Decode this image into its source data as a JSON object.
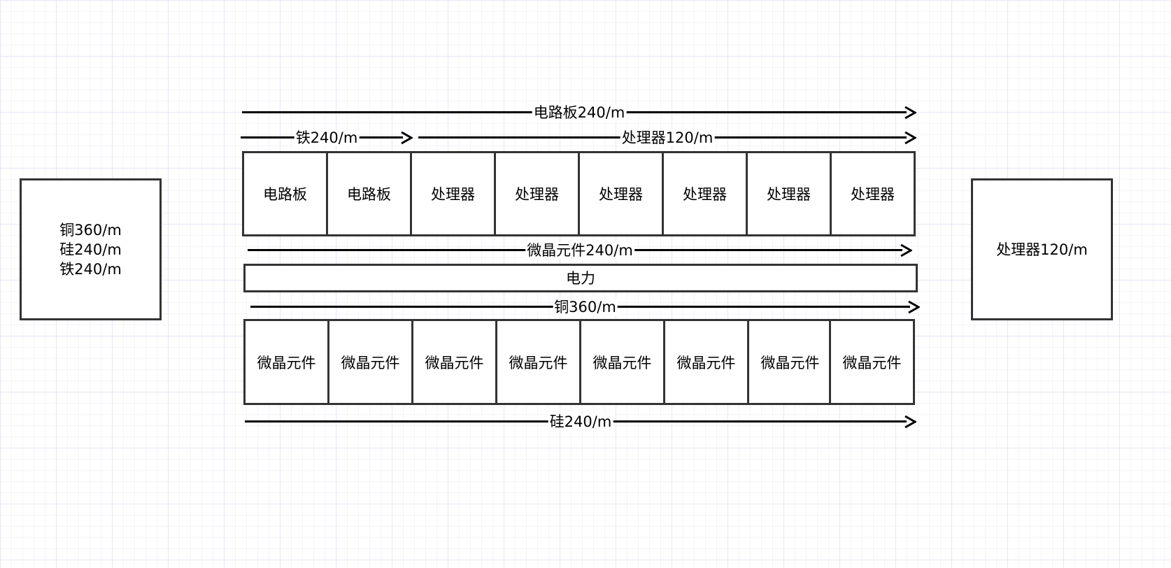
{
  "input_box": {
    "lines": [
      "铜360/m",
      "硅240/m",
      "铁240/m"
    ]
  },
  "output_box": {
    "label": "处理器120/m"
  },
  "arrows": {
    "circuit_board": "电路板240/m",
    "iron": "铁240/m",
    "processor": "处理器120/m",
    "microcrystal": "微晶元件240/m",
    "copper": "铜360/m",
    "silicon": "硅240/m"
  },
  "top_row": [
    "电路板",
    "电路板",
    "处理器",
    "处理器",
    "处理器",
    "处理器",
    "处理器",
    "处理器"
  ],
  "power_bar": "电力",
  "bottom_row": [
    "微晶元件",
    "微晶元件",
    "微晶元件",
    "微晶元件",
    "微晶元件",
    "微晶元件",
    "微晶元件",
    "微晶元件"
  ],
  "colors": {
    "stroke": "#333333",
    "arrow": "#000000",
    "grid": "#e8e6f5"
  }
}
